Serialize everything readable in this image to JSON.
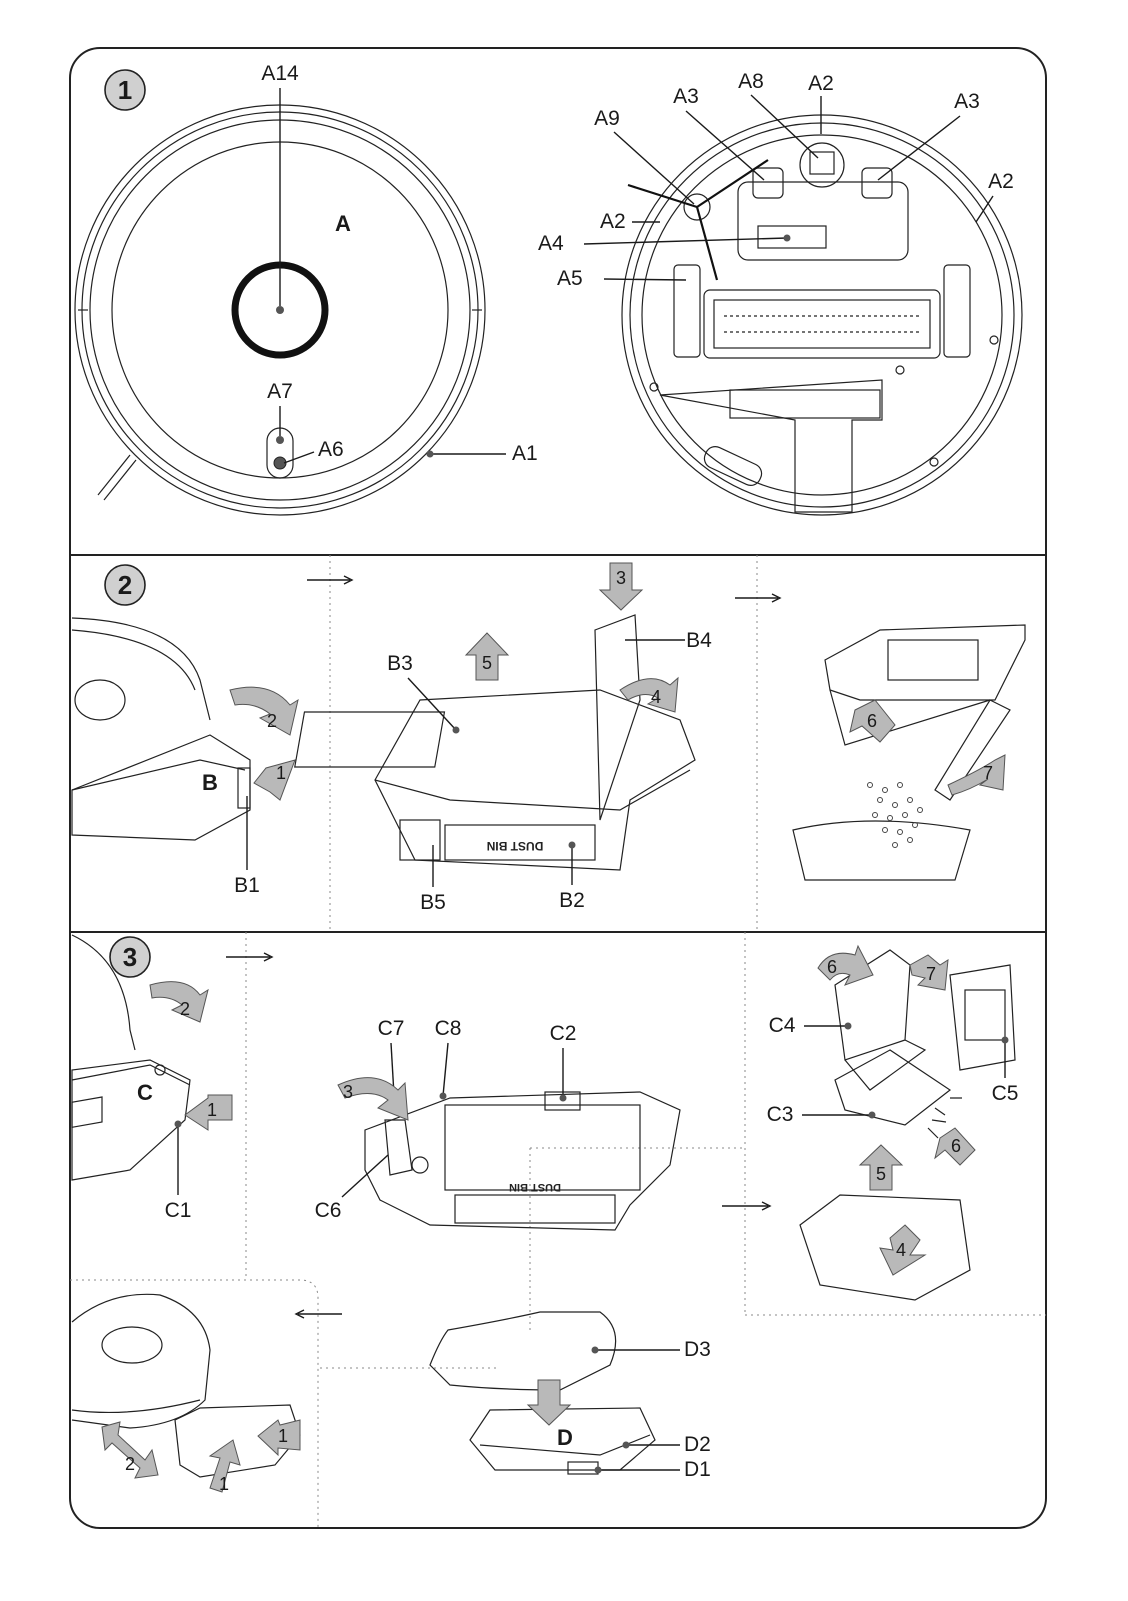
{
  "steps": {
    "step1": "1",
    "step2": "2",
    "step3": "3"
  },
  "section1": {
    "top_view": {
      "main_label": "A",
      "labels": [
        "A14",
        "A7",
        "A6",
        "A1"
      ]
    },
    "bottom_view": {
      "labels": [
        "A8",
        "A2",
        "A3",
        "A3",
        "A9",
        "A2",
        "A2",
        "A4",
        "A5"
      ]
    }
  },
  "section2": {
    "panel1": {
      "part_label": "B",
      "labels": [
        "B1"
      ],
      "arrows": [
        "2",
        "1"
      ]
    },
    "panel2": {
      "labels": [
        "B3",
        "B4",
        "B5",
        "B2"
      ],
      "arrows": [
        "3",
        "5",
        "4"
      ],
      "bin_text": "DUST BIN"
    },
    "panel3": {
      "arrows": [
        "6",
        "7"
      ]
    }
  },
  "section3": {
    "panel1": {
      "part_label": "C",
      "labels": [
        "C1"
      ],
      "arrows": [
        "2",
        "1"
      ]
    },
    "panel2": {
      "labels": [
        "C7",
        "C8",
        "C2",
        "C6"
      ],
      "arrows": [
        "3"
      ]
    },
    "panel3": {
      "labels": [
        "C4",
        "C5",
        "C3"
      ],
      "arrows": [
        "6",
        "7",
        "6",
        "5",
        "4"
      ]
    },
    "panel4": {
      "arrows": [
        "2",
        "1",
        "1"
      ]
    },
    "panel5": {
      "part_label": "D",
      "labels": [
        "D3",
        "D2",
        "D1"
      ]
    }
  },
  "colors": {
    "arrow_fill": "#b9b9b9",
    "line": "#1a1a1a",
    "badge_fill": "#d0d0d0"
  }
}
